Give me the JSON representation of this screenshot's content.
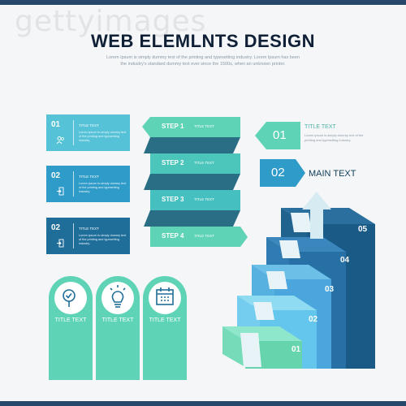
{
  "watermark": "gettyimages",
  "header": {
    "title": "WEB ELEMLNTS DESIGN",
    "subtitle_line1": "Lorem Ipsum is simply dummy text of the printing and typesetting industry. Lorem Ipsum has been",
    "subtitle_line2": "the industry's standard dummy text ever since the 1500s, when an unknown printer."
  },
  "cards": [
    {
      "num": "01",
      "title": "TITLE TEXT",
      "desc": "Lorem ipsum is simply dummy text of the printing and typesetting industry.",
      "icon": "users-icon",
      "color": "#55c2d7"
    },
    {
      "num": "02",
      "title": "TITLE TEXT",
      "desc": "Lorem ipsum is simply dummy text of the printing and typesetting industry.",
      "icon": "door-icon",
      "color": "#2e9bc8"
    },
    {
      "num": "02",
      "title": "TITLE TEXT",
      "desc": "Lorem ipsum is simply dummy text of the printing and typesetting industry.",
      "icon": "door-icon",
      "color": "#1f6d99"
    }
  ],
  "steps": [
    {
      "label": "STEP 1",
      "title": "TITLE TEXT"
    },
    {
      "label": "STEP 2",
      "title": "TITLE TEXT"
    },
    {
      "label": "STEP 3",
      "title": "TITLE TEXT"
    },
    {
      "label": "STEP 4",
      "title": "TITLE TEXT"
    }
  ],
  "arrows": {
    "first": {
      "num": "01",
      "title": "TITLE TEXT",
      "desc": "Lorem ipsum is simply dummy text of the printing and typesetting industry."
    },
    "second": {
      "num": "02",
      "label": "MAIN TEXT"
    }
  },
  "pills": [
    {
      "title": "TITLE TEXT",
      "icon": "magnifier-icon"
    },
    {
      "title": "TITLE TEXT",
      "icon": "lightbulb-icon"
    },
    {
      "title": "TITLE TEXT",
      "icon": "calendar-icon"
    }
  ],
  "stairs": [
    "01",
    "02",
    "03",
    "04",
    "05"
  ],
  "colors": {
    "navy": "#27476b",
    "teal": "#5fd3b5",
    "cyan": "#55c2d7",
    "blue": "#2e9bc8",
    "dark_blue": "#1f6d99"
  }
}
